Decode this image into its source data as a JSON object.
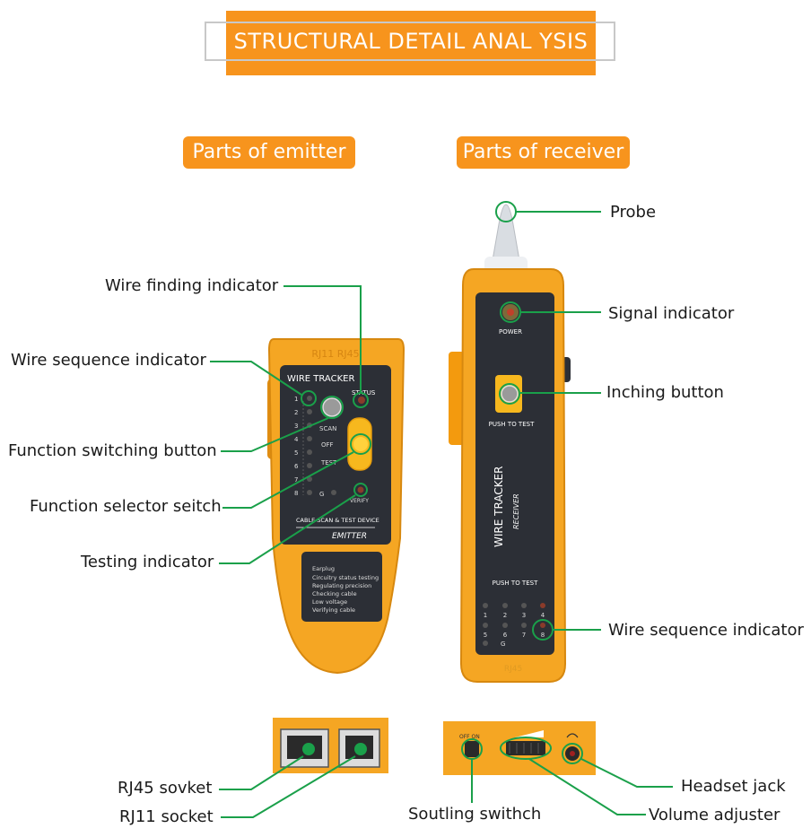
{
  "header": {
    "title": "STRUCTURAL DETAIL ANAL YSIS"
  },
  "sections": {
    "emitter": "Parts of emitter",
    "receiver": "Parts of receiver"
  },
  "emitter": {
    "device_title": "WIRE TRACKER",
    "brand_top": "RJ11     RJ45",
    "status_label": "STATUS",
    "verify_label": "VERIFY",
    "scan": "SCAN",
    "off": "OFF",
    "test": "TEST",
    "ground": "G",
    "numbers": [
      "1",
      "2",
      "3",
      "4",
      "5",
      "6",
      "7",
      "8"
    ],
    "subtitle": "CABLE SCAN & TEST DEVICE",
    "name": "EMITTER",
    "features": [
      "Earplug",
      "Circuitry status testing",
      "Regulating precision",
      "Checking cable",
      "Low voltage",
      "Verifying cable"
    ]
  },
  "receiver": {
    "power_label": "POWER",
    "push_label": "PUSH TO TEST",
    "push_label2": "PUSH TO TEST",
    "device_title": "WIRE TRACKER",
    "device_sub": "RECEIVER",
    "bottom_label": "RJ45",
    "numbers_row1": [
      "1",
      "2",
      "3",
      "4"
    ],
    "numbers_row2": [
      "5",
      "6",
      "7",
      "8"
    ],
    "ground": "G"
  },
  "callouts": {
    "wire_finding": "Wire finding indicator",
    "wire_sequence_left": "Wire sequence indicator",
    "function_switching": "Function switching button",
    "function_selector": "Function selector seitch",
    "testing": "Testing indicator",
    "probe": "Probe",
    "signal": "Signal indicator",
    "inching": "Inching button",
    "wire_sequence_right": "Wire sequence indicator",
    "rj45": "RJ45 sovket",
    "rj11": "RJ11 socket",
    "headset": "Headset jack",
    "soutling": "Soutling swithch",
    "volume": "Volume adjuster"
  },
  "bottom_left_panel": {},
  "bottom_right_panel": {
    "off_on": "OFF  ON"
  },
  "colors": {
    "orange": "#f7941d",
    "device_yellow": "#f5a623",
    "panel_dark": "#2c2f36",
    "callout_green": "#1aa04a"
  }
}
